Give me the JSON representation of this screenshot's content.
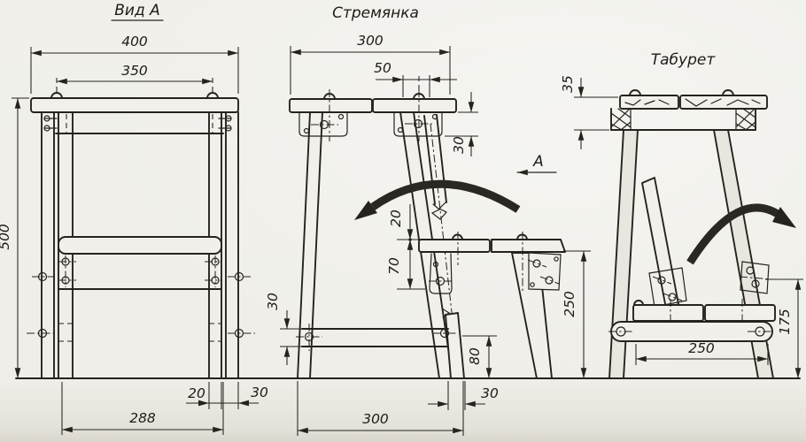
{
  "colors": {
    "paper": "#f0efea",
    "ink": "#26231f"
  },
  "front_view": {
    "title": "Вид А",
    "dims": {
      "overall_width": "400",
      "dowel_spacing": "350",
      "overall_height": "500",
      "leg_inner_width": "20",
      "leg_outer_width": "30",
      "base_inner_span": "288"
    }
  },
  "open_view": {
    "title": "Стремянка",
    "view_label": "А",
    "dims": {
      "seat_width": "300",
      "dowel_offset": "50",
      "seat_thickness": "30",
      "step_nose": "20",
      "step_depth": "70",
      "step_height": "250",
      "stretcher_width": "30",
      "stretcher_height": "80",
      "leg_bottom_width": "30",
      "base_span": "300"
    }
  },
  "folded_view": {
    "title": "Табурет",
    "dims": {
      "seat_thickness": "35",
      "base_span": "250",
      "pivot_height": "175"
    }
  }
}
